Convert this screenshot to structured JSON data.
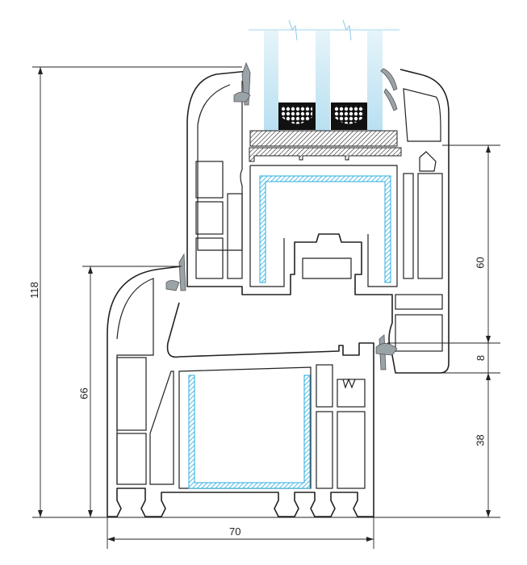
{
  "title": "Window profile cross-section",
  "dimensions": {
    "overall_height": "118",
    "frame_height": "66",
    "sash_height": "60",
    "overlap": "8",
    "frame_lower": "38",
    "depth": "70"
  },
  "colors": {
    "outline": "#222222",
    "steel_reinforcement": "#2aaee0",
    "glass": "#bfe3f2",
    "gasket": "#9aa3a8",
    "spacer": "#111111"
  }
}
